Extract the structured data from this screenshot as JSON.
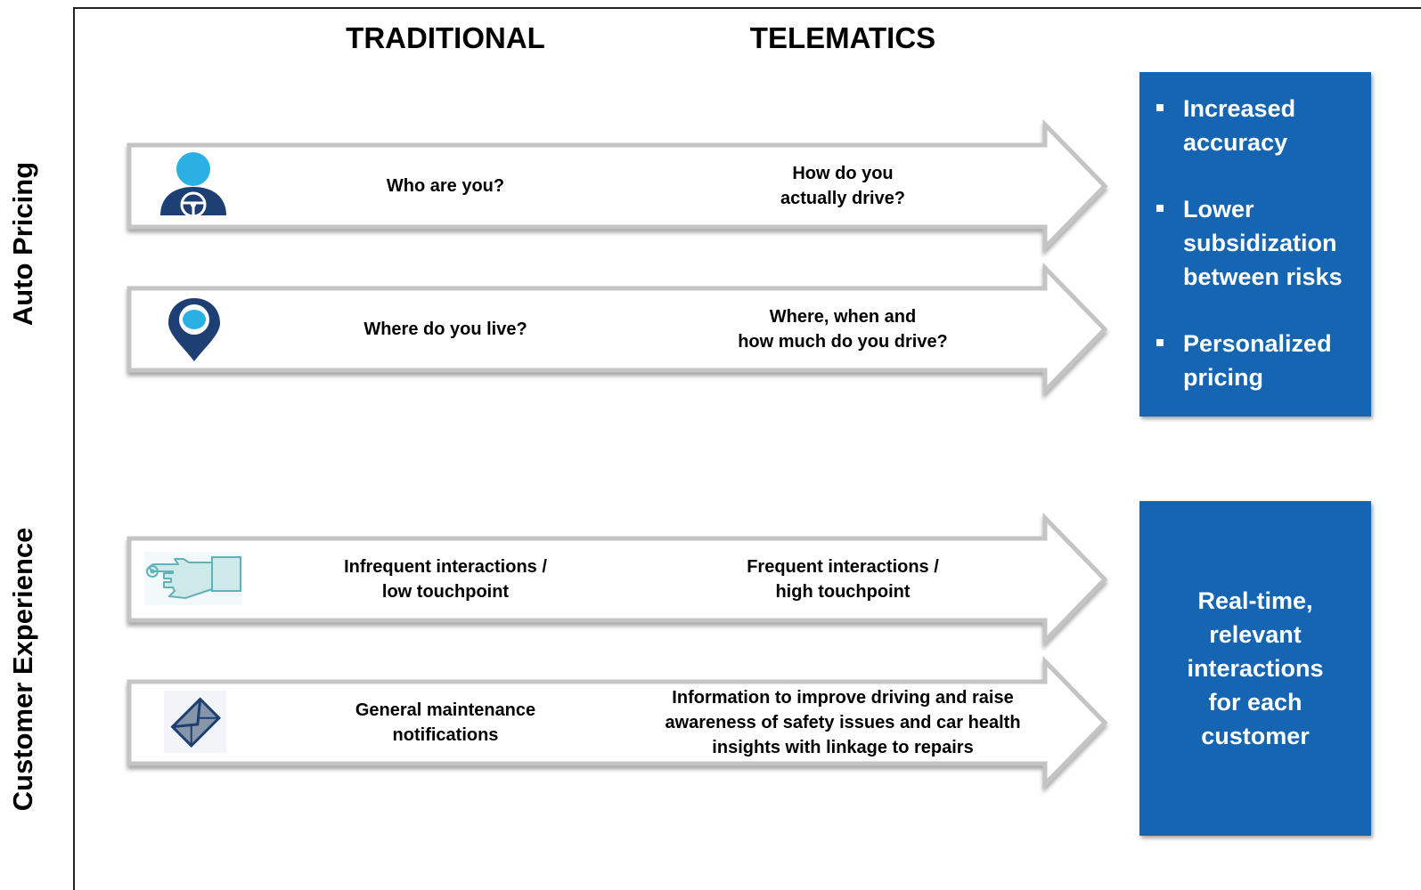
{
  "column_headers": {
    "traditional": "TRADITIONAL",
    "telematics": "TELEMATICS"
  },
  "sections": {
    "auto_pricing": "Auto Pricing",
    "customer_experience": "Customer Experience"
  },
  "rows": [
    {
      "icon": "driver-icon",
      "traditional": "Who are you?",
      "telematics": "How do you\nactually drive?"
    },
    {
      "icon": "location-pin-icon",
      "traditional": "Where do you live?",
      "telematics": "Where, when and\nhow much do you drive?"
    },
    {
      "icon": "hand-pointing-icon",
      "traditional": "Infrequent interactions /\nlow touchpoint",
      "telematics": "Frequent interactions /\nhigh touchpoint"
    },
    {
      "icon": "envelope-icon",
      "traditional": "General maintenance\nnotifications",
      "telematics": "Information to improve driving and raise\nawareness of safety issues and car health\ninsights with linkage to repairs"
    }
  ],
  "pricing_box": {
    "items": [
      "Increased\naccuracy",
      "Lower\nsubsidization\nbetween risks",
      "Personalized\npricing"
    ]
  },
  "experience_box": {
    "text": "Real-time,\nrelevant\ninteractions\nfor each\ncustomer"
  },
  "colors": {
    "box_blue": "#1565b3",
    "icon_dark_blue": "#1d3f73",
    "icon_light_blue": "#2ab0e3",
    "arrow_border": "#c4c4c4"
  }
}
